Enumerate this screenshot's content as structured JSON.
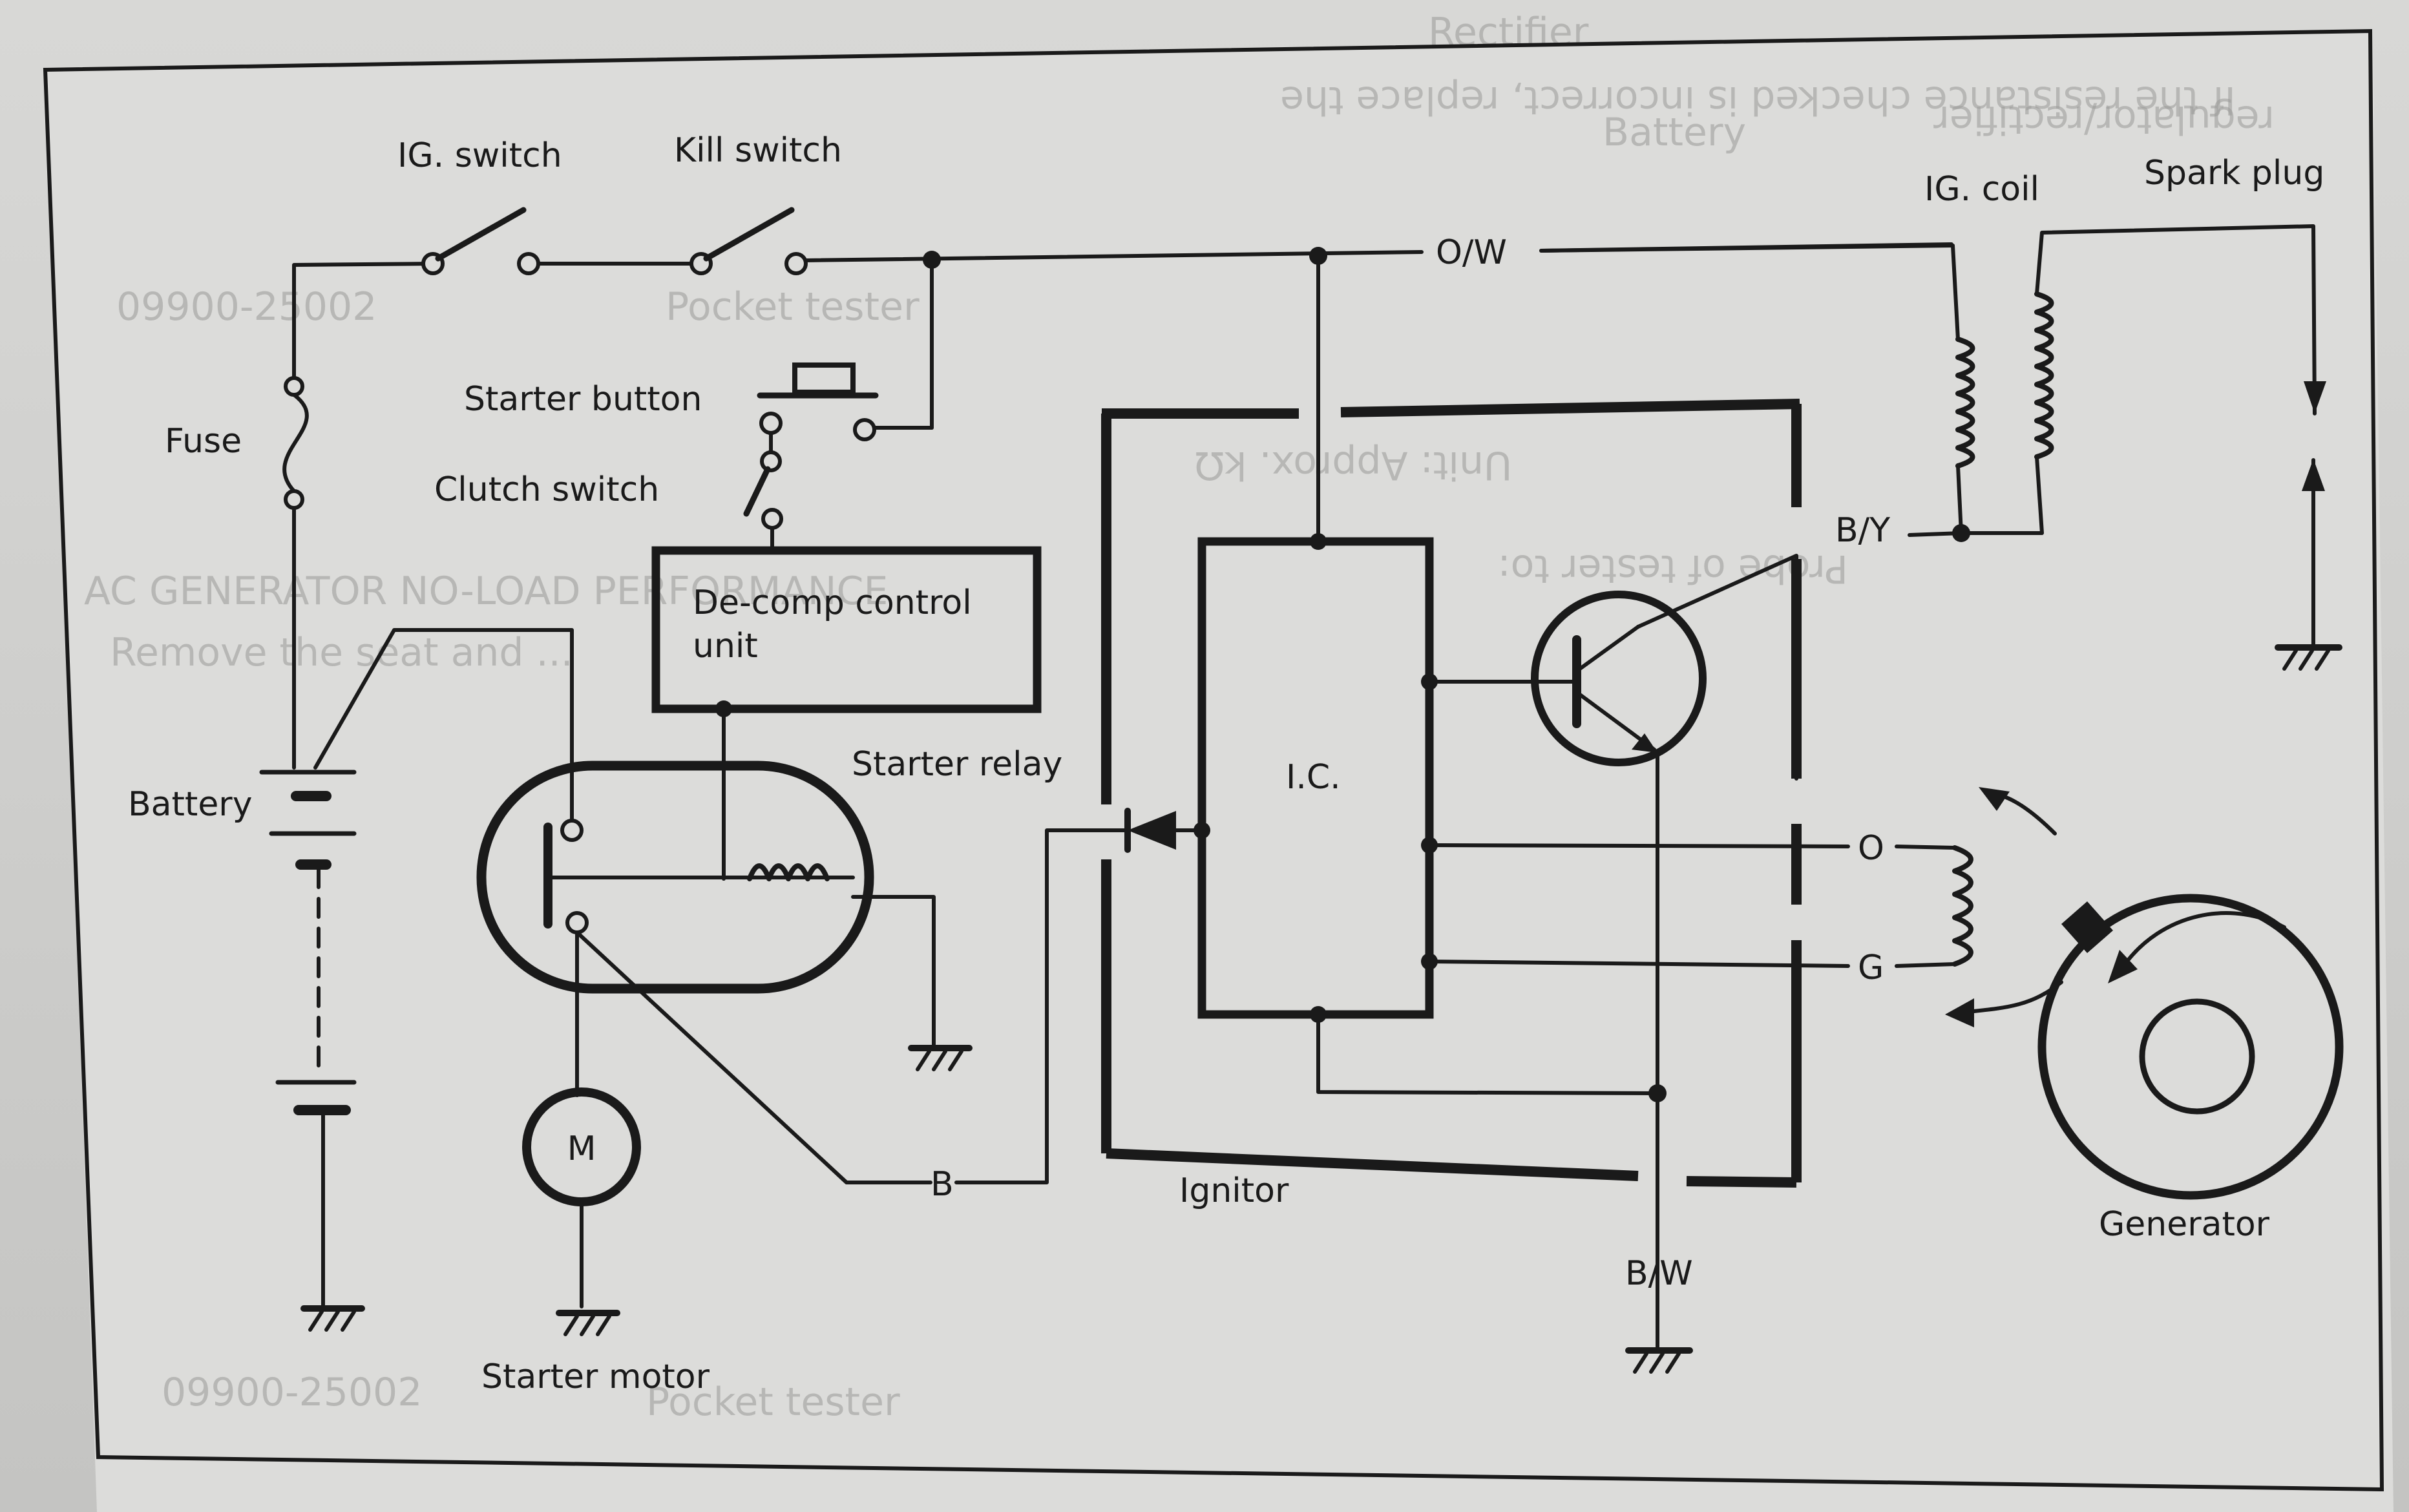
{
  "labels": {
    "ig_switch": "IG. switch",
    "kill_switch": "Kill switch",
    "starter_button": "Starter button",
    "clutch_switch": "Clutch switch",
    "fuse": "Fuse",
    "battery": "Battery",
    "decomp_line1": "De-comp control",
    "decomp_line2": "unit",
    "starter_relay": "Starter relay",
    "starter_motor": "Starter motor",
    "motor_symbol": "M",
    "ic": "I.C.",
    "ignitor": "Ignitor",
    "ig_coil": "IG. coil",
    "spark_plug": "Spark plug",
    "generator": "Generator"
  },
  "wires": {
    "ow": "O/W",
    "by": "B/Y",
    "o": "O",
    "g": "G",
    "bw": "B/W",
    "b": "B"
  },
  "background_text": [
    "Rectifier",
    "If the resistance checked is incorrect, replace the",
    "regulator/rectifier",
    "09900-25002",
    "Pocket tester",
    "Unit: Approx. kΩ",
    "Probe of tester to:",
    "AC GENERATOR NO-LOAD PERFORMANCE",
    "Remove the seat and ...",
    "Battery"
  ]
}
